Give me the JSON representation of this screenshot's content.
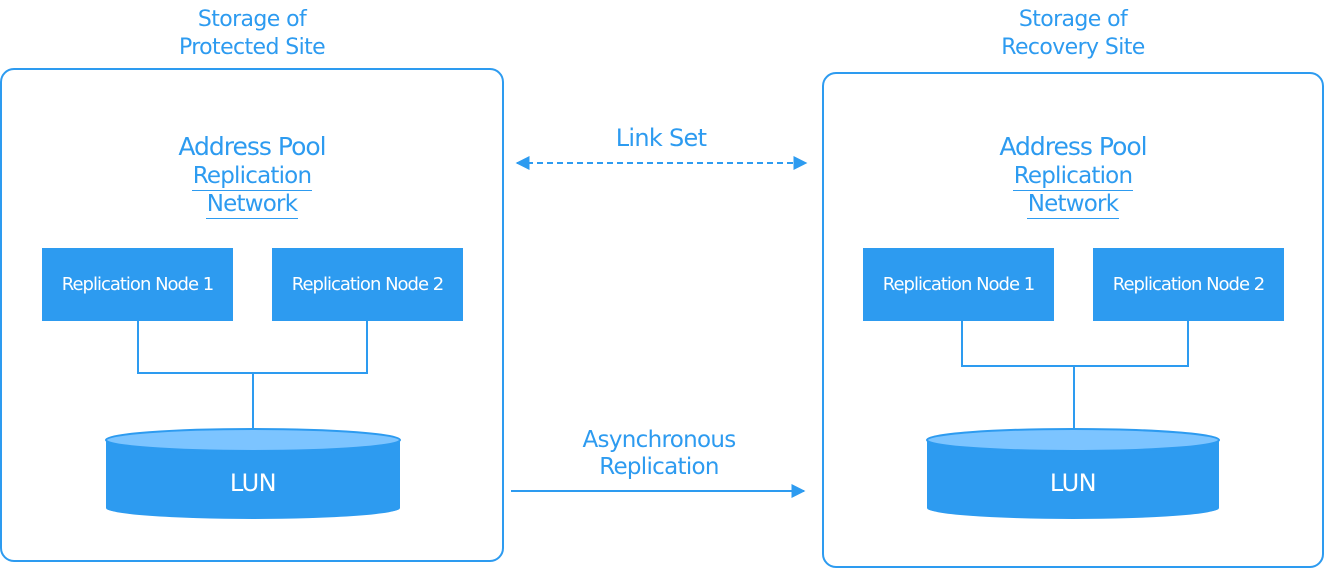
{
  "colors": {
    "accent": "#2d9bf0",
    "lun_top": "#7cc4ff",
    "background": "#ffffff"
  },
  "left_site": {
    "title_line1": "Storage of",
    "title_line2": "Protected Site",
    "pool_title": "Address Pool",
    "pool_sub1": "Replication",
    "pool_sub2": "Network",
    "node1": "Replication Node 1",
    "node2": "Replication Node 2",
    "lun": "LUN"
  },
  "right_site": {
    "title_line1": "Storage of",
    "title_line2": "Recovery Site",
    "pool_title": "Address Pool",
    "pool_sub1": "Replication",
    "pool_sub2": "Network",
    "node1": "Replication Node 1",
    "node2": "Replication Node 2",
    "lun": "LUN"
  },
  "links": {
    "link_set": "Link Set",
    "async_line1": "Asynchronous",
    "async_line2": "Replication"
  }
}
